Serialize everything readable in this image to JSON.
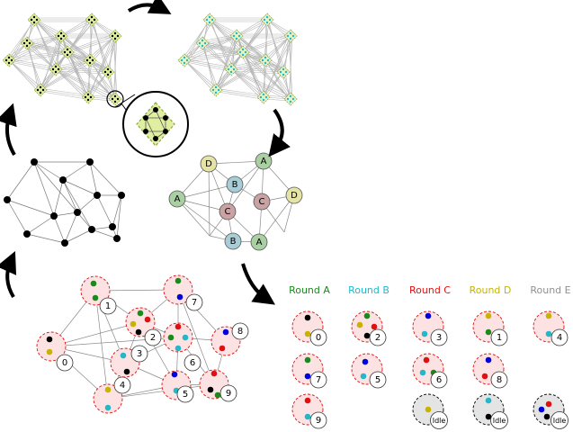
{
  "colors": {
    "roundA": "#1a8a1a",
    "roundB": "#22b8c8",
    "roundC": "#e01010",
    "roundD": "#c8b400",
    "roundE": "#909090",
    "nodeA": "#a9cfa2",
    "nodeB": "#a8cdd6",
    "nodeC": "#c9a3a3",
    "nodeD": "#e6e3a6",
    "cluster": "#fce2e2",
    "idle": "#e4e4e4",
    "diamond": "#dfeea0"
  },
  "round_headers": [
    {
      "label": "Round A",
      "color_key": "roundA"
    },
    {
      "label": "Round B",
      "color_key": "roundB"
    },
    {
      "label": "Round C",
      "color_key": "roundC"
    },
    {
      "label": "Round D",
      "color_key": "roundD"
    },
    {
      "label": "Round E",
      "color_key": "roundE"
    }
  ],
  "middle_graph_labels": [
    "D",
    "A",
    "B",
    "A",
    "C",
    "C",
    "D",
    "B",
    "A"
  ],
  "cluster_labels": [
    "0",
    "1",
    "2",
    "3",
    "4",
    "5",
    "6",
    "7",
    "8",
    "9"
  ],
  "schedule_cells": [
    "0",
    "2",
    "3",
    "1",
    "4",
    "7",
    "5",
    "6",
    "8",
    "9",
    "Idle",
    "Idle",
    "Idle"
  ]
}
